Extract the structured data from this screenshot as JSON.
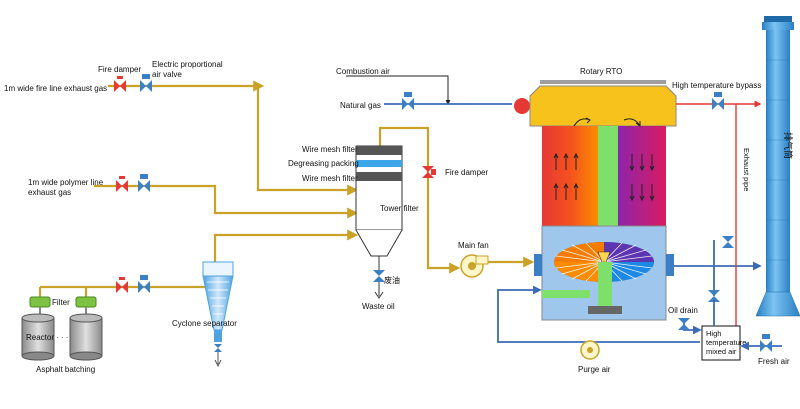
{
  "labels": {
    "fire_line": "1m wide fire line exhaust gas",
    "fire_damper_top": "Fire damper",
    "electric_valve": "Electric proportional air valve",
    "polymer_line": "1m wide polymer line exhaust gas",
    "filter": "Filter",
    "reactor": "Reactor",
    "dots": "· · ·",
    "asphalt": "Asphalt batching",
    "cyclone": "Cyclone separator",
    "combustion_air": "Combustion air",
    "natural_gas": "Natural gas",
    "wire_mesh_1": "Wire mesh filter",
    "degreasing": "Degreasing packing",
    "wire_mesh_2": "Wire mesh filter",
    "tower_filter": "Tower filter",
    "fire_damper_mid": "Fire damper",
    "waste_oil_cn": "废油",
    "waste_oil": "Waste oil",
    "main_fan": "Main fan",
    "rotary_rto": "Rotary RTO",
    "high_temp_bypass": "High temperature bypass",
    "exhaust_pipe": "Exhaust pipe",
    "stack_cn": "排气筒",
    "oil_drain": "Oil drain",
    "high_temp_mixed": "High temperature mixed air",
    "fresh_air": "Fresh air",
    "purge_air": "Purge air"
  },
  "colors": {
    "gold_pipe": "#c9a227",
    "red_pipe": "#e53935",
    "blue_pipe": "#3b6bb8",
    "rto_top": "#f7c21b",
    "rto_lower": "#7fb3e6",
    "stack": "#5aa6e0"
  }
}
